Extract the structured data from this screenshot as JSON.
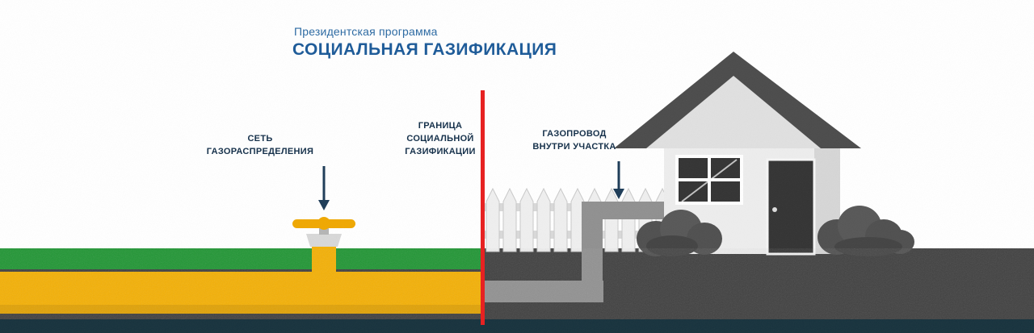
{
  "header": {
    "program_label": "Президентская программа",
    "title": "СОЦИАЛЬНАЯ ГАЗИФИКАЦИЯ"
  },
  "labels": {
    "network": {
      "line1": "СЕТЬ",
      "line2": "ГАЗОРАСПРЕДЕЛЕНИЯ"
    },
    "boundary": {
      "line1": "ГРАНИЦА",
      "line2": "СОЦИАЛЬНОЙ",
      "line3": "ГАЗИФИКАЦИИ"
    },
    "plot_pipeline": {
      "line1": "ГАЗОПРОВОД",
      "line2": "ВНУТРИ УЧАСТКА"
    }
  },
  "colors": {
    "program_blue": "#2e6ba3",
    "title_blue": "#1f5c99",
    "label_navy": "#16314b",
    "arrow_navy": "#1c3b57",
    "boundary_red": "#e81e1e",
    "pipe_yellow": "#f6b000",
    "pipe_yellow_shade": "#e2a100",
    "grass_green": "#1d9531",
    "ground_dark": "#3d3d3d",
    "footer_navy": "#17323d",
    "plot_pipe_gray": "#909090",
    "house_wall": "#ededed",
    "house_roof": "#4b4b4b",
    "fence_white": "#efefef"
  }
}
